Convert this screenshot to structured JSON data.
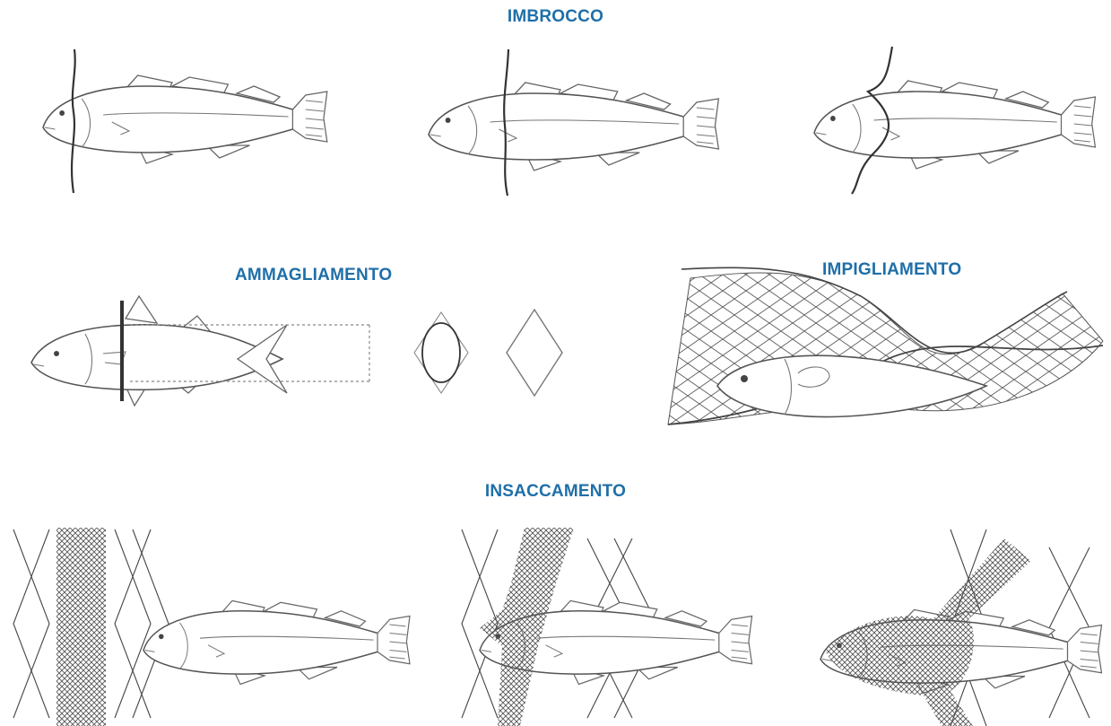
{
  "labels": {
    "gilling": "IMBROCCO",
    "wedging": "AMMAGLIAMENTO",
    "entangling": "IMPIGLIAMENTO",
    "pocketing": "INSACCAMENTO"
  },
  "colors": {
    "label_blue": "#1f6fa8",
    "line_gray": "#555555"
  }
}
